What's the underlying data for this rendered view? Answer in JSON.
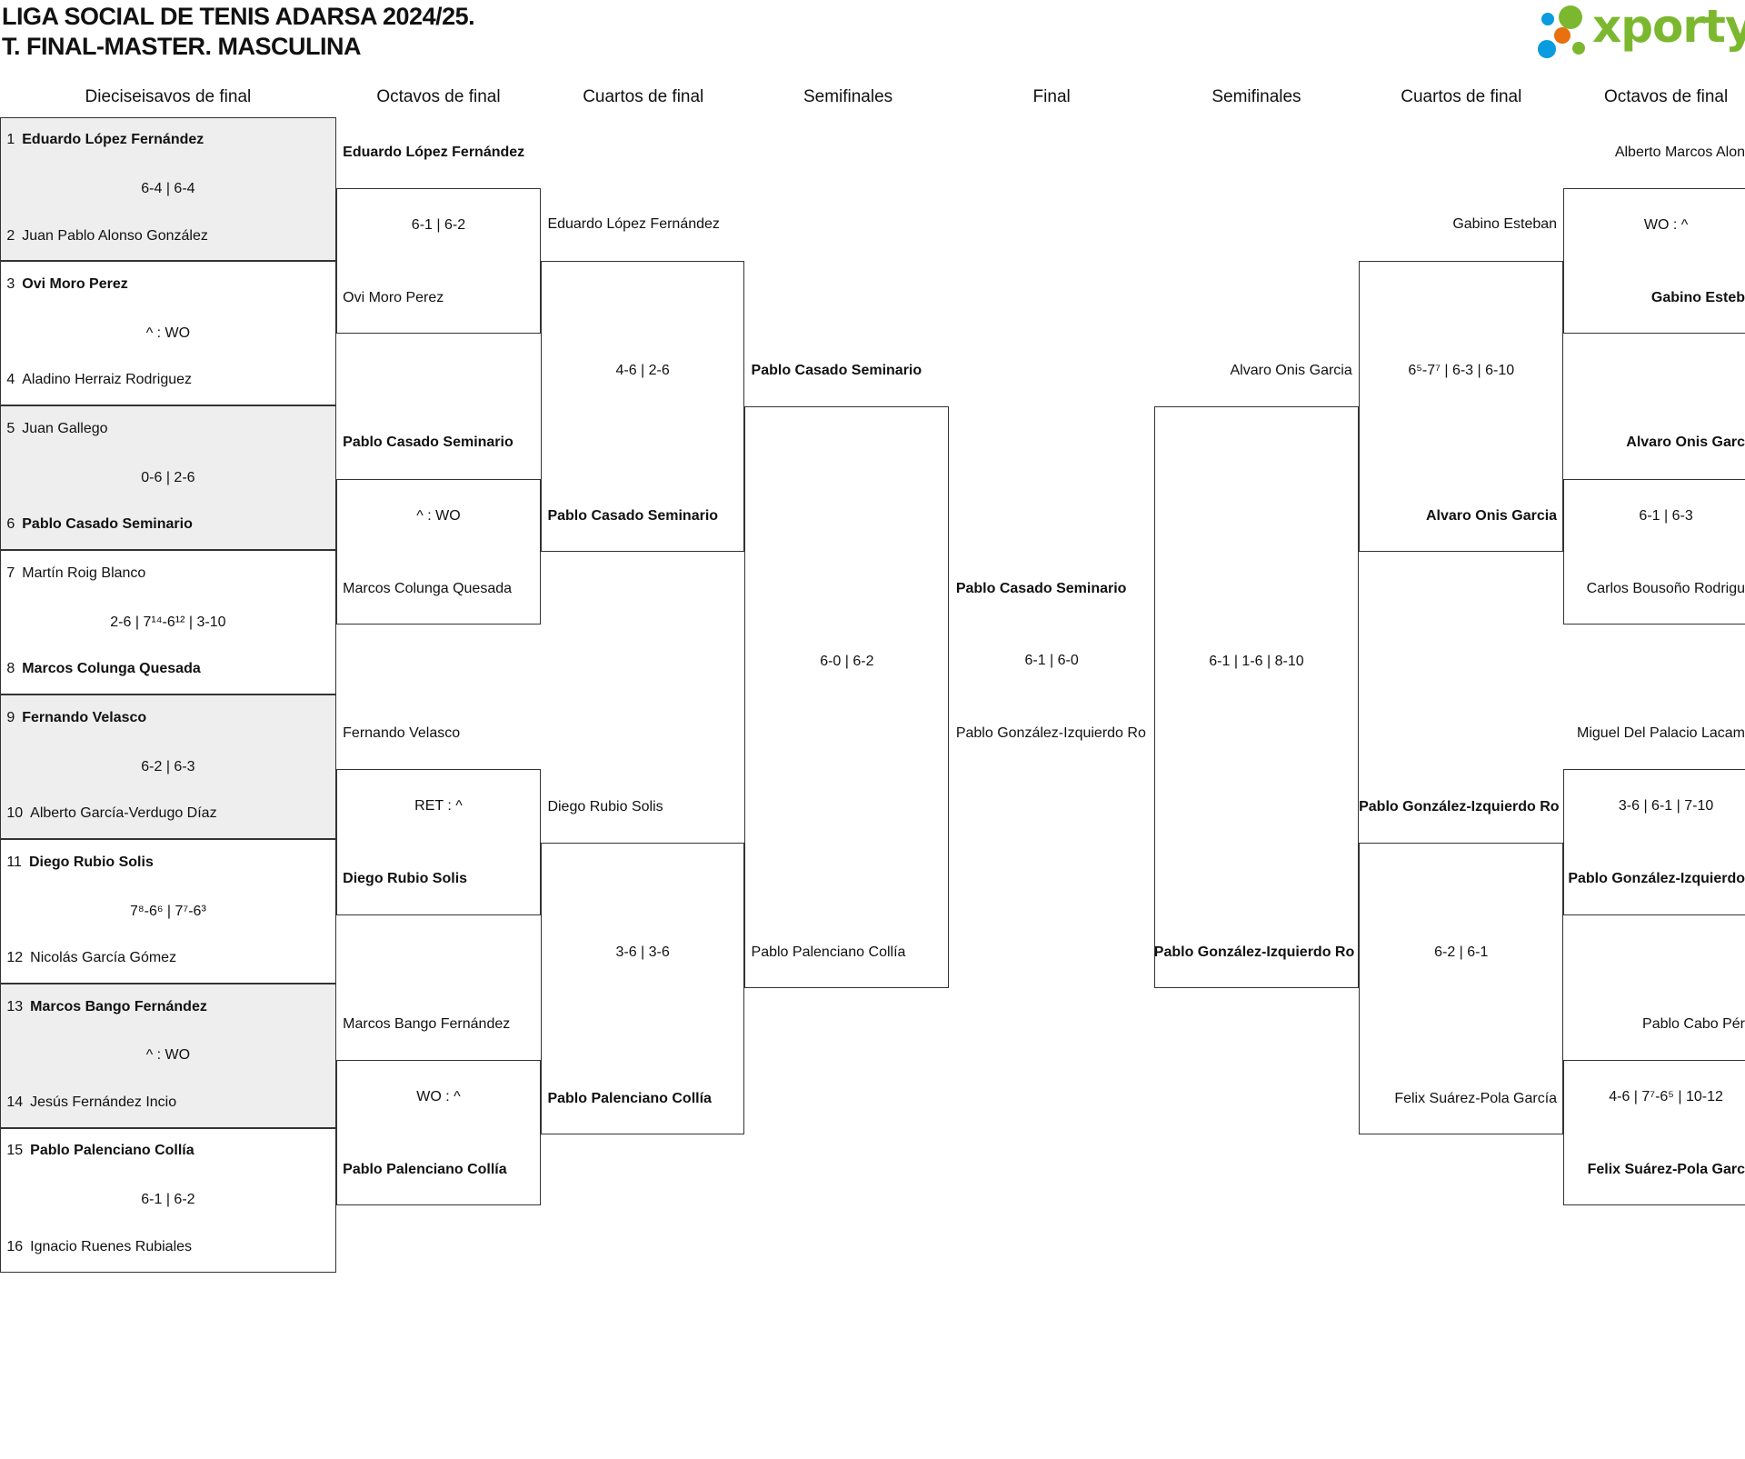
{
  "header": {
    "title_line1": "LIGA SOCIAL DE TENIS ADARSA 2024/25.",
    "title_line2": "T. FINAL-MASTER. MASCULINA",
    "logo_text": "xporty",
    "logo_colors": {
      "green": "#7cb82f",
      "blue": "#0a9be0",
      "orange": "#e8700f"
    }
  },
  "round_headers": [
    "Dieciseisavos de final",
    "Octavos de final",
    "Cuartos de final",
    "Semifinales",
    "Final",
    "Semifinales",
    "Cuartos de final",
    "Octavos de final"
  ],
  "dieciseisavos": [
    {
      "players": [
        {
          "seed": "1",
          "name": "Eduardo López Fernández",
          "winner": true
        },
        {
          "seed": "2",
          "name": "Juan Pablo Alonso González",
          "winner": false
        }
      ],
      "score": "6-4 | 6-4"
    },
    {
      "players": [
        {
          "seed": "3",
          "name": "Ovi Moro Perez",
          "winner": true
        },
        {
          "seed": "4",
          "name": "Aladino Herraiz Rodriguez",
          "winner": false
        }
      ],
      "score": "^ : WO"
    },
    {
      "players": [
        {
          "seed": "5",
          "name": "Juan Gallego",
          "winner": false
        },
        {
          "seed": "6",
          "name": "Pablo Casado Seminario",
          "winner": true
        }
      ],
      "score": "0-6 | 2-6"
    },
    {
      "players": [
        {
          "seed": "7",
          "name": "Martín Roig Blanco",
          "winner": false
        },
        {
          "seed": "8",
          "name": "Marcos Colunga Quesada",
          "winner": true
        }
      ],
      "score": "2-6 | 7¹⁴-6¹² | 3-10"
    },
    {
      "players": [
        {
          "seed": "9",
          "name": "Fernando Velasco",
          "winner": true
        },
        {
          "seed": "10",
          "name": "Alberto García-Verdugo Díaz",
          "winner": false
        }
      ],
      "score": "6-2 | 6-3"
    },
    {
      "players": [
        {
          "seed": "11",
          "name": "Diego Rubio Solis",
          "winner": true
        },
        {
          "seed": "12",
          "name": "Nicolás García Gómez",
          "winner": false
        }
      ],
      "score": "7⁸-6⁶ | 7⁷-6³"
    },
    {
      "players": [
        {
          "seed": "13",
          "name": "Marcos Bango Fernández",
          "winner": true
        },
        {
          "seed": "14",
          "name": "Jesús Fernández Incio",
          "winner": false
        }
      ],
      "score": "^ : WO"
    },
    {
      "players": [
        {
          "seed": "15",
          "name": "Pablo Palenciano Collía",
          "winner": true
        },
        {
          "seed": "16",
          "name": "Ignacio Ruenes Rubiales",
          "winner": false
        }
      ],
      "score": "6-1 | 6-2"
    }
  ],
  "left": {
    "octavos": [
      {
        "players": [
          {
            "name": "Eduardo López Fernández",
            "winner": true
          },
          {
            "name": "Ovi Moro Perez",
            "winner": false
          }
        ],
        "score": "6-1 | 6-2"
      },
      {
        "players": [
          {
            "name": "Pablo Casado Seminario",
            "winner": true
          },
          {
            "name": "Marcos Colunga Quesada",
            "winner": false
          }
        ],
        "score": "^ : WO"
      },
      {
        "players": [
          {
            "name": "Fernando Velasco",
            "winner": false
          },
          {
            "name": "Diego Rubio Solis",
            "winner": true
          }
        ],
        "score": "RET : ^"
      },
      {
        "players": [
          {
            "name": "Marcos Bango Fernández",
            "winner": false
          },
          {
            "name": "Pablo Palenciano Collía",
            "winner": true
          }
        ],
        "score": "WO : ^"
      }
    ],
    "cuartos": [
      {
        "players": [
          {
            "name": "Eduardo López Fernández",
            "winner": false
          },
          {
            "name": "Pablo Casado Seminario",
            "winner": true
          }
        ],
        "score": "4-6 | 2-6"
      },
      {
        "players": [
          {
            "name": "Diego Rubio Solis",
            "winner": false
          },
          {
            "name": "Pablo Palenciano Collía",
            "winner": true
          }
        ],
        "score": "3-6 | 3-6"
      }
    ],
    "semis": [
      {
        "players": [
          {
            "name": "Pablo Casado Seminario",
            "winner": true
          },
          {
            "name": "Pablo Palenciano Collía",
            "winner": false
          }
        ],
        "score": "6-0 | 6-2"
      }
    ]
  },
  "final": [
    {
      "players": [
        {
          "name": "Pablo Casado Seminario",
          "winner": true
        },
        {
          "name": "Pablo González-Izquierdo Ro",
          "winner": false
        }
      ],
      "score": "6-1 | 6-0"
    }
  ],
  "right": {
    "semis": [
      {
        "players": [
          {
            "name": "Alvaro Onis Garcia",
            "winner": false
          },
          {
            "name": "Pablo González-Izquierdo Ro",
            "winner": true
          }
        ],
        "score": "6-1 | 1-6 | 8-10"
      }
    ],
    "cuartos": [
      {
        "players": [
          {
            "name": "Gabino Esteban",
            "winner": false
          },
          {
            "name": "Alvaro Onis Garcia",
            "winner": true
          }
        ],
        "score": "6⁵-7⁷ | 6-3 | 6-10"
      },
      {
        "players": [
          {
            "name": "Pablo González-Izquierdo Ro",
            "winner": true
          },
          {
            "name": "Felix Suárez-Pola García",
            "winner": false
          }
        ],
        "score": "6-2 | 6-1"
      }
    ],
    "octavos": [
      {
        "players": [
          {
            "name": "Alberto Marcos Alon",
            "winner": false
          },
          {
            "name": "Gabino Esteb",
            "winner": true
          }
        ],
        "score": "WO : ^"
      },
      {
        "players": [
          {
            "name": "Alvaro Onis Garc",
            "winner": true
          },
          {
            "name": "Carlos Bousoño Rodrigu",
            "winner": false
          }
        ],
        "score": "6-1 | 6-3"
      },
      {
        "players": [
          {
            "name": "Miguel Del Palacio Lacam",
            "winner": false
          },
          {
            "name": "Pablo González-Izquierdo",
            "winner": true
          }
        ],
        "score": "3-6 | 6-1 | 7-10"
      },
      {
        "players": [
          {
            "name": "Pablo Cabo Pér",
            "winner": false
          },
          {
            "name": "Felix Suárez-Pola Garc",
            "winner": true
          }
        ],
        "score": "4-6 | 7⁷-6⁵ | 10-12"
      }
    ]
  }
}
